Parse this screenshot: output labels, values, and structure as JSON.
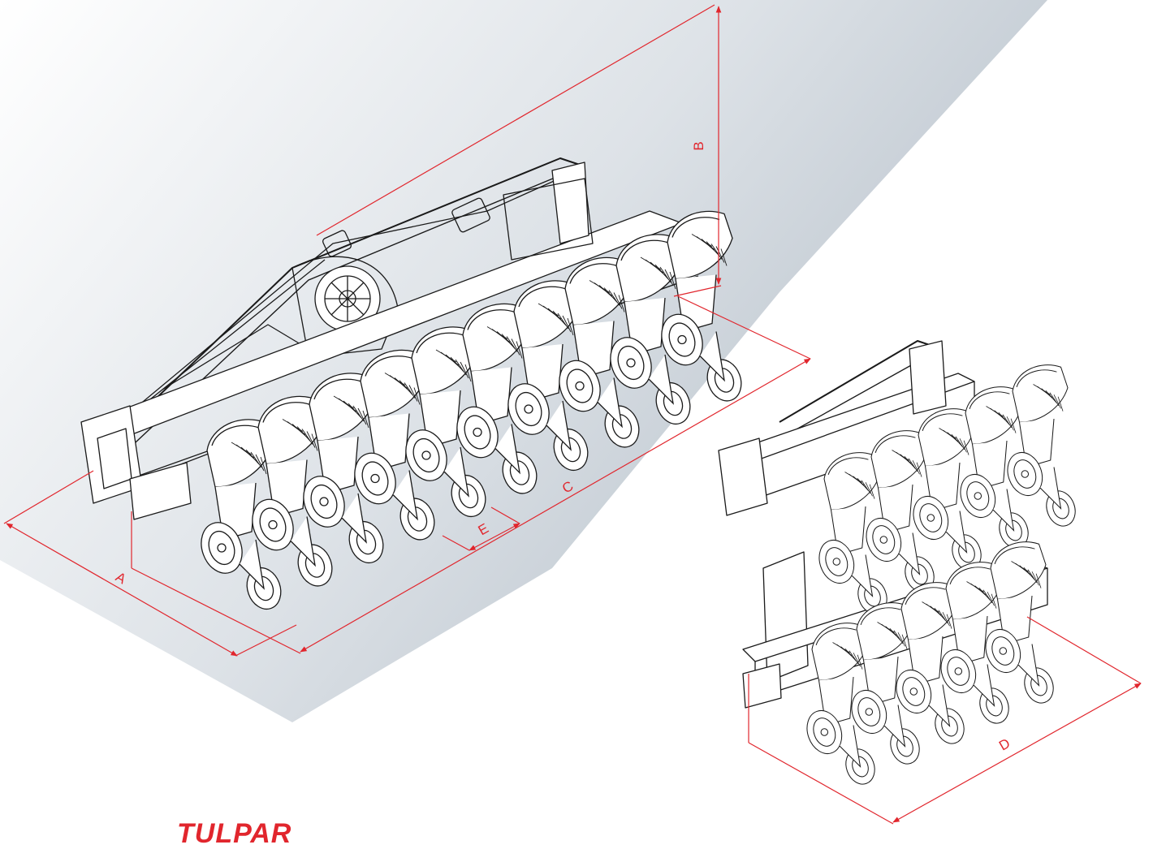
{
  "diagram": {
    "dimension_labels": {
      "A": "A",
      "B": "B",
      "C": "C",
      "D": "D",
      "E": "E"
    },
    "colors": {
      "dimension": "#e1262d",
      "line_art": "#1a1a1a",
      "shadow": "#b9c2cb",
      "background": "#ffffff"
    },
    "logo_text": "TULPAR"
  },
  "machines": [
    {
      "name": "planter-extended",
      "row_units": 10
    },
    {
      "name": "planter-folded",
      "row_units": 10
    }
  ]
}
